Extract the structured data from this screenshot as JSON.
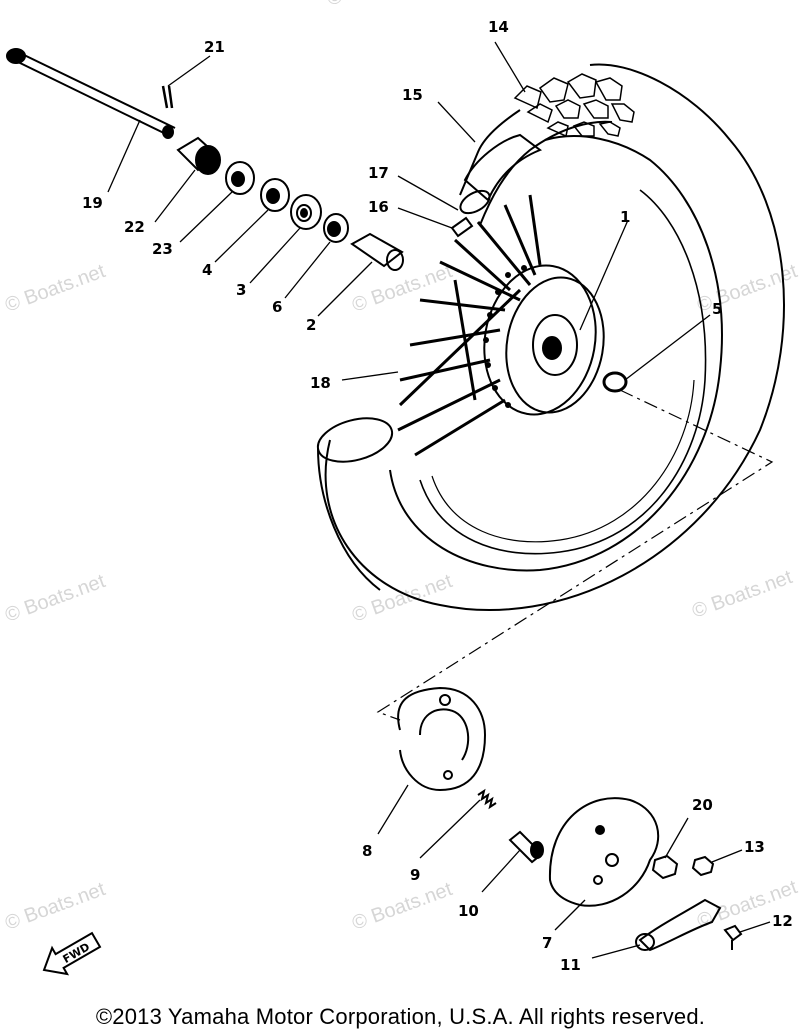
{
  "watermarks": [
    "© Boats.net",
    "© Boats.net",
    "© Boats.net",
    "© Boats.net",
    "© Boats.net",
    "© Boats.net",
    "© Boats.net",
    "© Boats.net",
    "© Boats.net",
    "© Boats.net"
  ],
  "parts": [
    {
      "id": "1",
      "part": "hub"
    },
    {
      "id": "2",
      "part": "spacer"
    },
    {
      "id": "3",
      "part": "bearing"
    },
    {
      "id": "4",
      "part": "bearing"
    },
    {
      "id": "5",
      "part": "collar"
    },
    {
      "id": "6",
      "part": "oil-seal"
    },
    {
      "id": "7",
      "part": "brake-shoe-plate"
    },
    {
      "id": "8",
      "part": "brake-shoe"
    },
    {
      "id": "9",
      "part": "spring"
    },
    {
      "id": "10",
      "part": "brake-camshaft"
    },
    {
      "id": "11",
      "part": "camshaft-lever"
    },
    {
      "id": "12",
      "part": "bolt"
    },
    {
      "id": "13",
      "part": "nut"
    },
    {
      "id": "14",
      "part": "tire"
    },
    {
      "id": "15",
      "part": "tube"
    },
    {
      "id": "16",
      "part": "rim-band"
    },
    {
      "id": "17",
      "part": "valve"
    },
    {
      "id": "18",
      "part": "spoke"
    },
    {
      "id": "19",
      "part": "wheel-axle"
    },
    {
      "id": "20",
      "part": "nut"
    },
    {
      "id": "21",
      "part": "cotter-pin"
    },
    {
      "id": "22",
      "part": "collar"
    },
    {
      "id": "23",
      "part": "dust-cover"
    }
  ],
  "fwd_label": "FWD",
  "copyright": "©2013 Yamaha Motor Corporation, U.S.A. All rights reserved."
}
